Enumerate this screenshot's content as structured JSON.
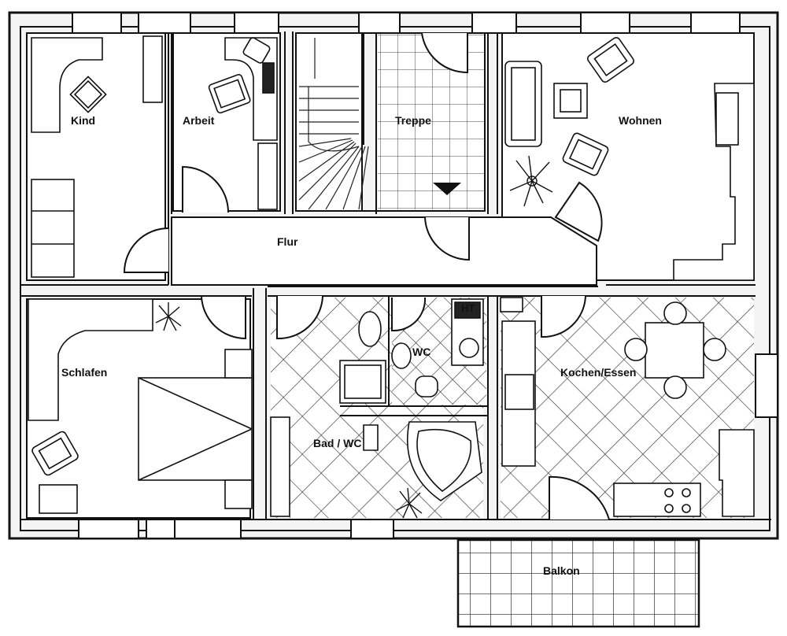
{
  "plan": {
    "rooms": {
      "kind": "Kind",
      "arbeit": "Arbeit",
      "treppe": "Treppe",
      "wohnen": "Wohnen",
      "flur": "Flur",
      "schlafen": "Schlafen",
      "wc": "WC",
      "kochen_essen": "Kochen/Essen",
      "bad_wc": "Bad / WC",
      "balkon": "Balkon"
    },
    "labels": {
      "ht": "HT"
    }
  }
}
